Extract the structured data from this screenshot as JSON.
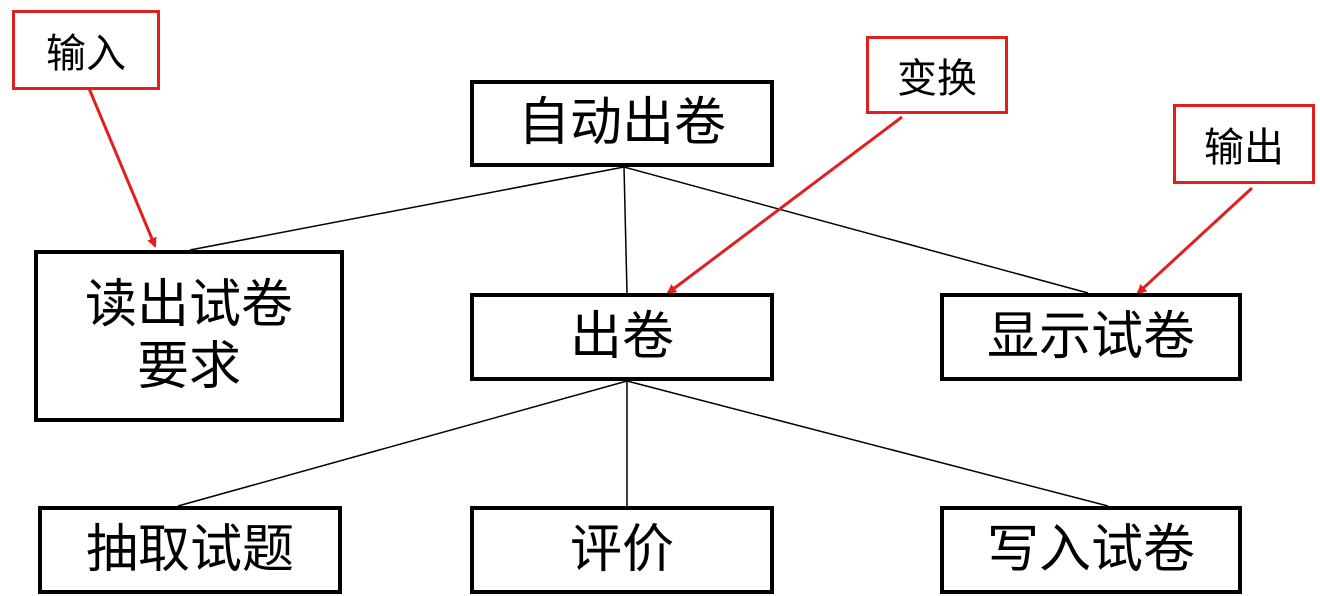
{
  "diagram": {
    "root": "自动出卷",
    "level1": {
      "read": {
        "line1": "读出试卷",
        "line2": "要求"
      },
      "generate": "出卷",
      "display": "显示试卷"
    },
    "level2": {
      "extract": "抽取试题",
      "evaluate": "评价",
      "write": "写入试卷"
    },
    "annotations": {
      "input": "输入",
      "transform": "变换",
      "output": "输出"
    }
  },
  "colors": {
    "box_border": "#000000",
    "annotation_border": "#e02020",
    "annotation_arrow": "#e02020",
    "connector": "#000000"
  }
}
